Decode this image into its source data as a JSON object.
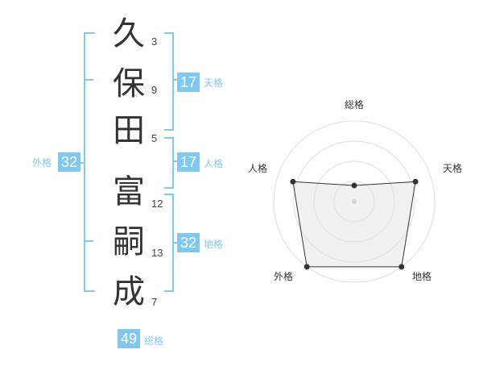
{
  "name": {
    "characters": [
      {
        "char": "久",
        "strokes": "3"
      },
      {
        "char": "保",
        "strokes": "9"
      },
      {
        "char": "田",
        "strokes": "5"
      },
      {
        "char": "富",
        "strokes": "12"
      },
      {
        "char": "嗣",
        "strokes": "13"
      },
      {
        "char": "成",
        "strokes": "7"
      }
    ]
  },
  "kaku": {
    "tenkaku": {
      "value": "17",
      "label": "天格"
    },
    "jinkaku": {
      "value": "17",
      "label": "人格"
    },
    "chikaku": {
      "value": "32",
      "label": "地格"
    },
    "gaikaku": {
      "value": "32",
      "label": "外格"
    },
    "soukaku": {
      "value": "49",
      "label": "総格"
    }
  },
  "colors": {
    "accent": "#7fc8f2",
    "text": "#333333"
  },
  "chart_data": {
    "type": "radar",
    "axes": [
      "総格",
      "天格",
      "地格",
      "外格",
      "人格"
    ],
    "values": [
      1,
      4,
      5,
      5,
      4
    ],
    "range": [
      0,
      5
    ],
    "rings": 4
  }
}
